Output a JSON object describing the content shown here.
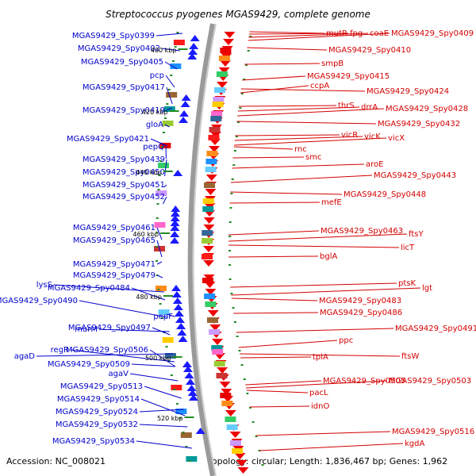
{
  "title": "Streptococcus pyogenes MGAS9429, complete genome",
  "footer": {
    "accession": "Accession: NC_008021",
    "summary": "Topology: circular; Length: 1,836,467 bp; Genes: 1,962"
  },
  "colors": {
    "left_label": "#0000cc",
    "right_label": "#d40000",
    "backbone": "#999999",
    "tick": "#228b22"
  },
  "scale": [
    "400 kbp",
    "420 kbp",
    "440 kbp",
    "460 kbp",
    "480 kbp",
    "500 kbp",
    "520 kbp"
  ],
  "left_labels": [
    "MGAS9429_Spy0399",
    "MGAS9429_Spy0402",
    "MGAS9429_Spy0405",
    "pcp",
    "MGAS9429_Spy0417",
    "MGAS9429_Spy0419",
    "gloA",
    "MGAS9429_Spy0421",
    "pepQ",
    "MGAS9429_Spy0439",
    "MGAS9429_Spy0450",
    "MGAS9429_Spy0451",
    "MGAS9429_Spy0452",
    "MGAS9429_Spy0461",
    "MGAS9429_Spy0465",
    "MGAS9429_Spy0471",
    "MGAS9429_Spy0479",
    "lysS",
    "MGAS9429_Spy0484",
    "MGAS9429_Spy0490",
    "pepF",
    "murM",
    "MGAS9429_Spy0497",
    "regR",
    "MGAS9429_Spy0506",
    "agaD",
    "MGAS9429_Spy0509",
    "agaV",
    "MGAS9429_Spy0513",
    "MGAS9429_Spy0514",
    "MGAS9429_Spy0524",
    "MGAS9429_Spy0532",
    "MGAS9429_Spy0534"
  ],
  "right_labels": [
    "mutR",
    "fpg",
    "coaE",
    "MGAS9429_Spy0409",
    "MGAS9429_Spy0410",
    "smpB",
    "MGAS9429_Spy0415",
    "ccpA",
    "MGAS9429_Spy0424",
    "thrS",
    "drrA",
    "MGAS9429_Spy0428",
    "MGAS9429_Spy0432",
    "vicR",
    "vicK",
    "vicX",
    "rnc",
    "smc",
    "aroE",
    "MGAS9429_Spy0443",
    "MGAS9429_Spy0448",
    "mefE",
    "MGAS9429_Spy0463",
    "ftsY",
    "licT",
    "bglA",
    "ptsK",
    "lgt",
    "MGAS9429_Spy0483",
    "MGAS9429_Spy0486",
    "MGAS9429_Spy0491",
    "ppc",
    "ftsW",
    "tpiA",
    "MGAS9429_Spy0505",
    "MGAS9429_Spy0503",
    "pacL",
    "idnO",
    "MGAS9429_Spy0516",
    "kgdA"
  ]
}
